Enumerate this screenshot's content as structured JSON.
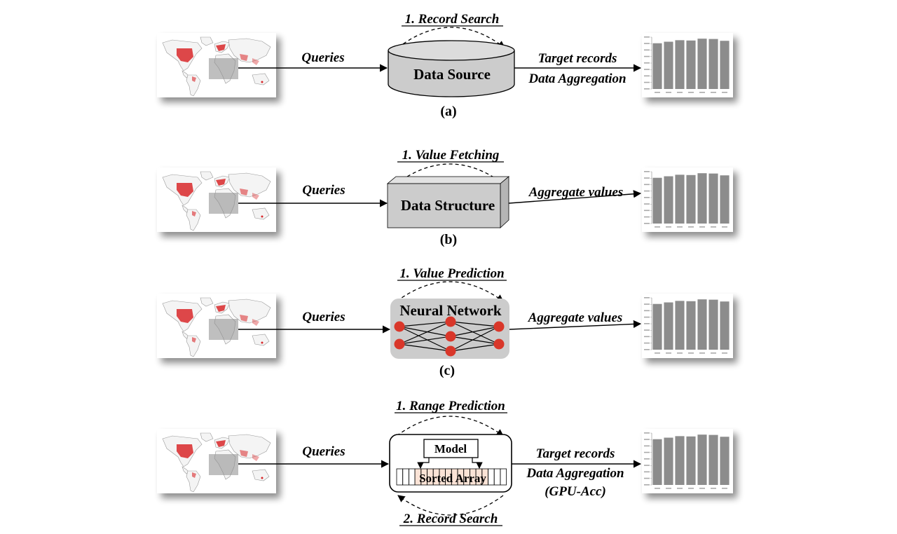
{
  "panels": [
    {
      "id": "a",
      "top_label": "1. Record Search",
      "bottom_label": "",
      "component": "Data Source",
      "input_label": "Queries",
      "output_labels": [
        "Target records",
        "Data Aggregation"
      ],
      "caption": "(a)"
    },
    {
      "id": "b",
      "top_label": "1. Value Fetching",
      "bottom_label": "",
      "component": "Data Structure",
      "input_label": "Queries",
      "output_labels": [
        "Aggregate values"
      ],
      "caption": "(b)"
    },
    {
      "id": "c",
      "top_label": "1. Value Prediction",
      "bottom_label": "",
      "component": "Neural Network",
      "input_label": "Queries",
      "output_labels": [
        "Aggregate values"
      ],
      "caption": "(c)"
    },
    {
      "id": "d",
      "top_label": "1. Range Prediction",
      "bottom_label": "2. Record Search",
      "component": "Sorted Array",
      "sub_component": "Model",
      "input_label": "Queries",
      "output_labels": [
        "Target records",
        "Data Aggregation",
        "(GPU-Acc)"
      ],
      "caption": ""
    }
  ],
  "thumbnail_chart": {
    "type": "bar",
    "categories": [
      "Mon",
      "Tue",
      "Wed",
      "Thu",
      "Fri",
      "Sat",
      "Sun"
    ],
    "values": [
      1500,
      1550,
      1600,
      1590,
      1650,
      1640,
      1580
    ],
    "ylim": [
      0,
      1700
    ]
  },
  "colors": {
    "neuron": "#d9372a",
    "box_gray": "#cccccc",
    "bar_gray": "#8c8c8c",
    "highlight": "#fbe3d6",
    "map_red": "#d8282a"
  }
}
